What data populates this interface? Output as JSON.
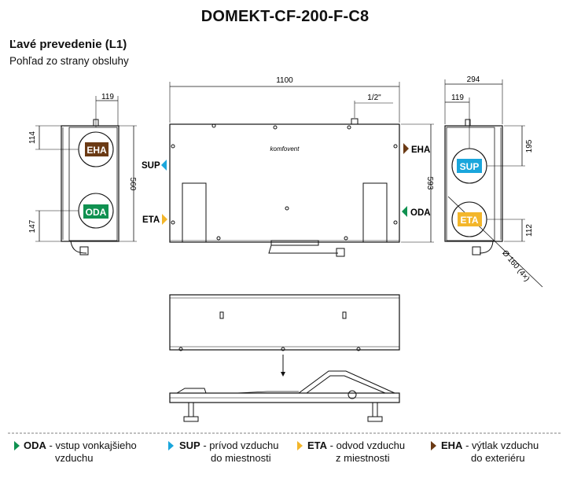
{
  "header": {
    "title": "DOMEKT-CF-200-F-C8",
    "subtitle": "Ľavé prevedenie (L1)",
    "view_label": "Pohľad zo strany obsluhy"
  },
  "dimensions": {
    "left_width": "119",
    "left_top": "114",
    "left_bottom": "147",
    "left_height": "560",
    "front_width": "1100",
    "front_pipe": "1/2\"",
    "front_height": "593",
    "right_depth": "294",
    "right_width": "119",
    "right_top": "195",
    "right_bottom": "112",
    "duct_diameter": "Ø 160 (4×)"
  },
  "ports": {
    "eha": {
      "label": "EHA",
      "color": "#6b3a14"
    },
    "oda": {
      "label": "ODA",
      "color": "#0f9150"
    },
    "sup": {
      "label": "SUP",
      "color": "#1aa6dc"
    },
    "eta": {
      "label": "ETA",
      "color": "#f3b62a"
    }
  },
  "brand_text": "komfovent",
  "legend": {
    "oda": {
      "code": "ODA",
      "line1": " - vstup vonkajšieho",
      "line2": "vzduchu",
      "color": "#0f9150"
    },
    "sup": {
      "code": "SUP",
      "line1": " -  prívod vzduchu",
      "line2": "do miestnosti",
      "color": "#1aa6dc"
    },
    "eta": {
      "code": "ETA",
      "line1": " - odvod vzduchu",
      "line2": "z miestnosti",
      "color": "#f3b62a"
    },
    "eha": {
      "code": "EHA",
      "line1": " - výtlak vzduchu",
      "line2": "do exteriéru",
      "color": "#6b3a14"
    }
  }
}
